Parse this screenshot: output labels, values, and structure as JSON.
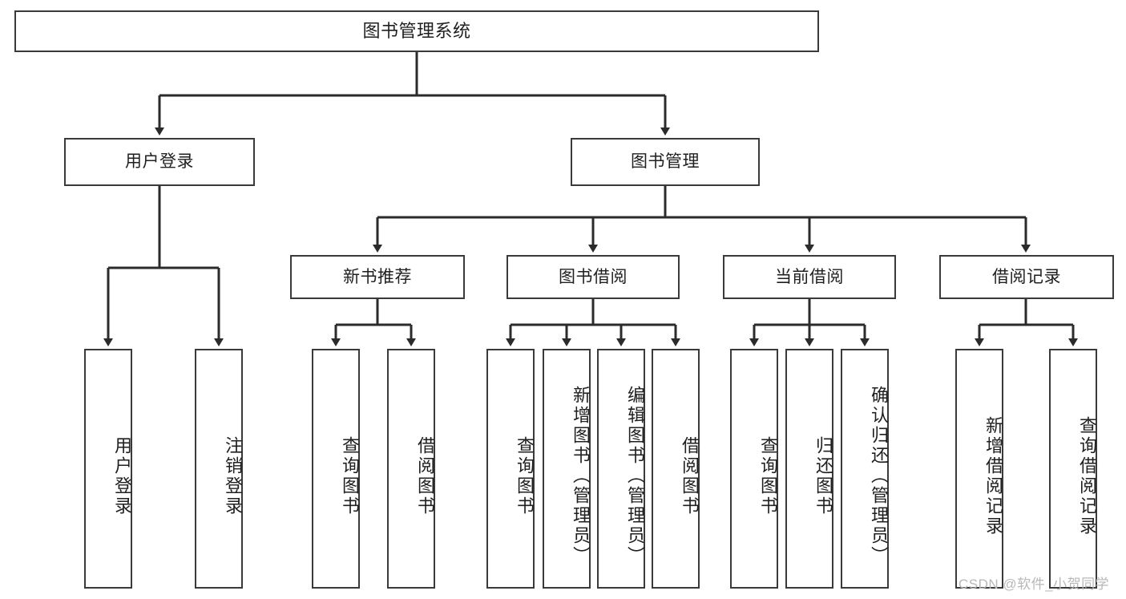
{
  "diagram": {
    "title": "图书管理系统",
    "type": "tree-hierarchy",
    "style": {
      "box_border": "#3a3a3a",
      "box_fill": "#ffffff",
      "line": "#2b2b2b",
      "text": "#1f1f1f",
      "background": "#ffffff"
    }
  },
  "root": {
    "label": "图书管理系统"
  },
  "level2": [
    {
      "label": "用户登录"
    },
    {
      "label": "图书管理"
    }
  ],
  "level3": [
    {
      "label": "新书推荐"
    },
    {
      "label": "图书借阅"
    },
    {
      "label": "当前借阅"
    },
    {
      "label": "借阅记录"
    }
  ],
  "leaves": {
    "user_login": [
      {
        "label": "用户登录"
      },
      {
        "label": "注销登录"
      }
    ],
    "new_book_recommend": [
      {
        "label": "查询图书"
      },
      {
        "label": "借阅图书"
      }
    ],
    "book_borrow": [
      {
        "label": "查询图书"
      },
      {
        "label": "新增图书（管理员）"
      },
      {
        "label": "编辑图书（管理员）"
      },
      {
        "label": "借阅图书"
      }
    ],
    "current_borrow": [
      {
        "label": "查询图书"
      },
      {
        "label": "归还图书"
      },
      {
        "label": "确认归还（管理员）"
      }
    ],
    "borrow_record": [
      {
        "label": "新增借阅记录"
      },
      {
        "label": "查询借阅记录"
      }
    ]
  },
  "watermark": {
    "text": "CSDN @软件_小贺同学"
  }
}
